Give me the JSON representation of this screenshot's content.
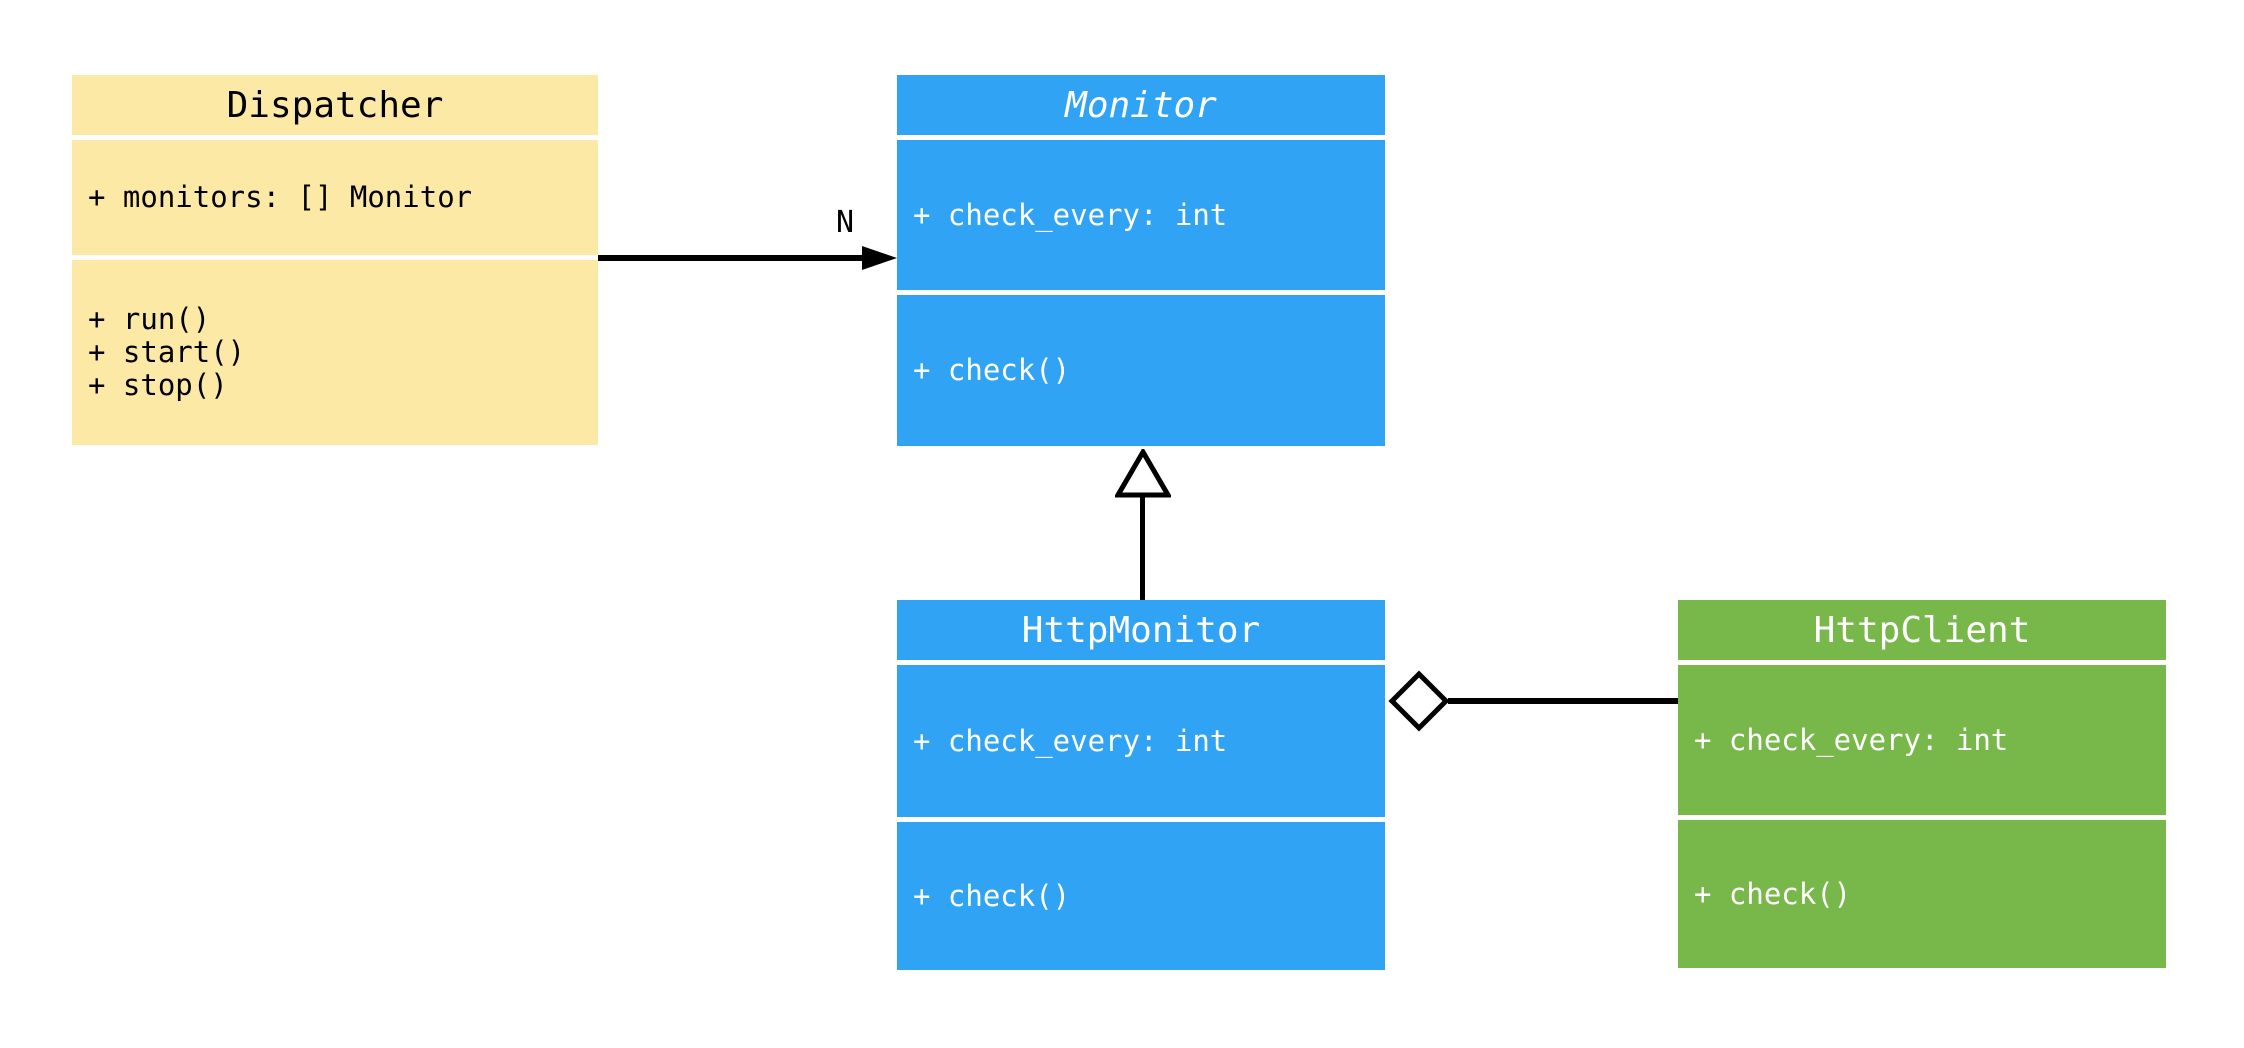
{
  "diagram": {
    "kind": "uml-class-diagram",
    "background": "#ffffff"
  },
  "colors": {
    "dispatcher_fill": "#FCE9A6",
    "monitor_fill": "#31A3F5",
    "http_monitor_fill": "#31A3F5",
    "http_client_fill": "#78B84A",
    "dark_text": "#000000",
    "light_text": "#FFFFFF",
    "connector": "#000000",
    "hollow_shape_fill": "#FFFFFF"
  },
  "classes": [
    {
      "name": "Dispatcher",
      "abstract": false,
      "attributes": [
        "+ monitors: [] Monitor"
      ],
      "methods": [
        "+ run()",
        "+ start()",
        "+ stop()"
      ]
    },
    {
      "name": "Monitor",
      "abstract": true,
      "attributes": [
        "+ check_every: int"
      ],
      "methods": [
        "+ check()"
      ]
    },
    {
      "name": "HttpMonitor",
      "abstract": false,
      "attributes": [
        "+ check_every: int"
      ],
      "methods": [
        "+ check()"
      ]
    },
    {
      "name": "HttpClient",
      "abstract": false,
      "attributes": [
        "+ check_every: int"
      ],
      "methods": [
        "+ check()"
      ]
    }
  ],
  "relationships": [
    {
      "from": "Dispatcher",
      "to": "Monitor",
      "type": "association",
      "arrow": "filled-arrowhead",
      "label": "N"
    },
    {
      "from": "HttpMonitor",
      "to": "Monitor",
      "type": "inheritance",
      "arrow": "hollow-triangle",
      "label": ""
    },
    {
      "from": "HttpMonitor",
      "to": "HttpClient",
      "type": "aggregation",
      "arrow": "hollow-diamond",
      "label": ""
    }
  ]
}
